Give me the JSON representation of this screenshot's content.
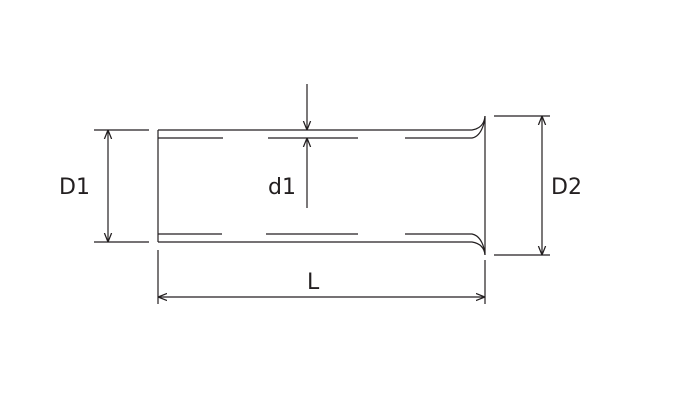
{
  "labels": {
    "outer_diameter": "D1",
    "inner_diameter": "d1",
    "flare_diameter": "D2",
    "length": "L"
  },
  "colors": {
    "line": "#231f20",
    "background": "#ffffff"
  }
}
